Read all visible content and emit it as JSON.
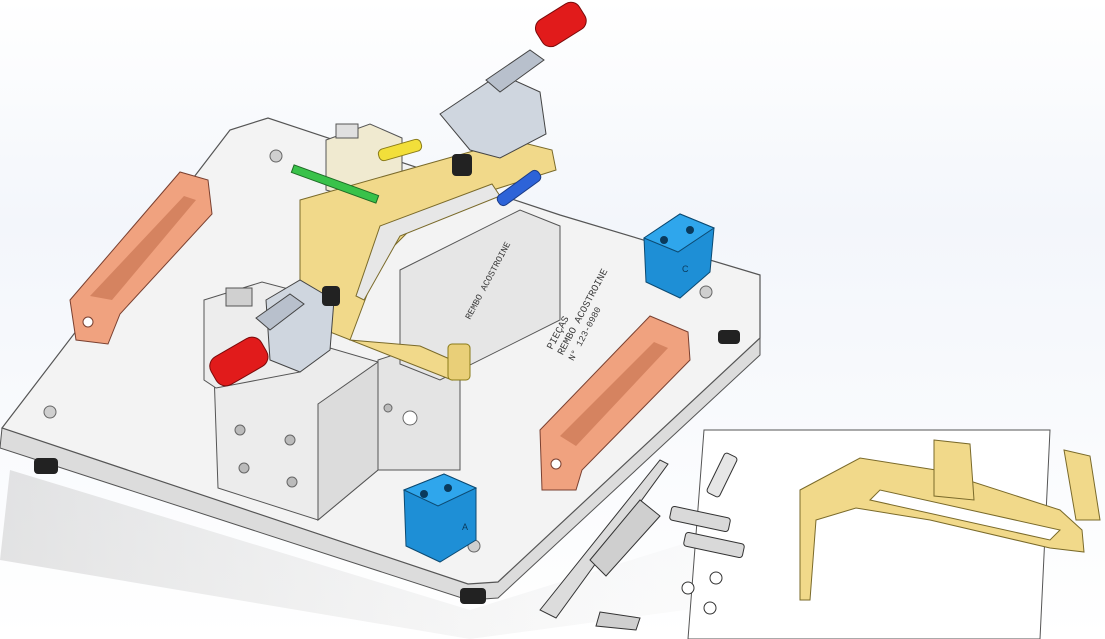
{
  "scene": {
    "description_kind": "cad-render",
    "plate_text": {
      "line1": "PIEÇAS",
      "line2": "REMBO ACOSTROINE",
      "line3": "N° 123-0980"
    },
    "block_labels": {
      "blue_block_right": "C",
      "blue_block_front": "A"
    },
    "colors": {
      "background_top": "#e9eef6",
      "plate_top": "#f2f2f2",
      "plate_edge": "#d6d6d6",
      "handle": "#f0a27f",
      "handle_shadow": "#d58360",
      "block_blue": "#1e8fd6",
      "clamp_red": "#e11b1b",
      "part_gold": "#f1d98a",
      "pin_green": "#39c24a",
      "pin_blue": "#2d63d8",
      "pin_yellow": "#f2df3a"
    }
  }
}
